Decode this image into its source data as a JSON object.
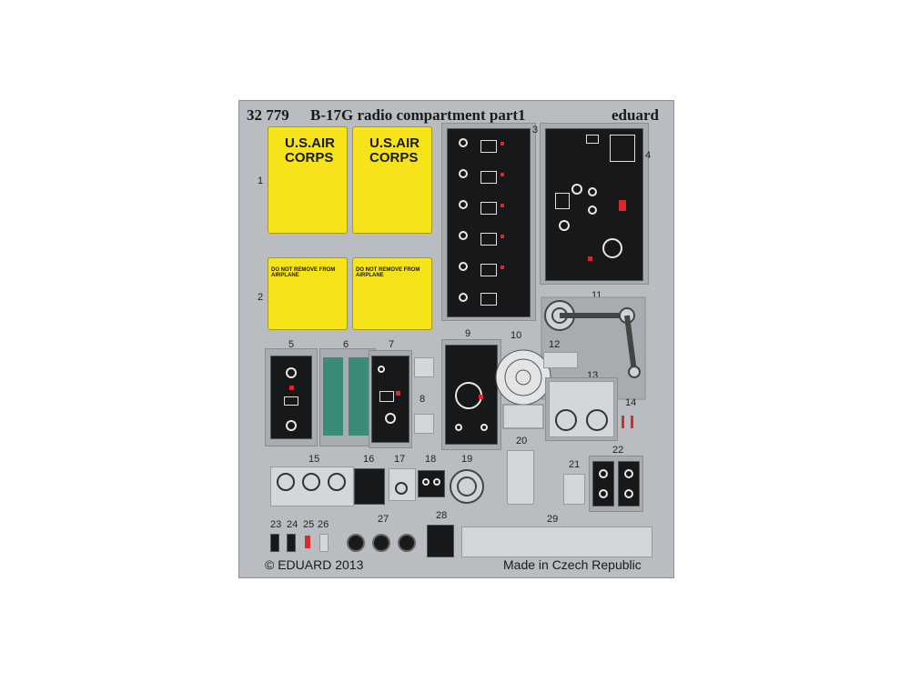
{
  "sheet": {
    "product_code": "32 779",
    "title": "B-17G radio compartment part1",
    "brand": "eduard",
    "copyright": "© EDUARD 2013",
    "origin": "Made in Czech Republic"
  },
  "placards": {
    "set1_text_line1": "U.S.AIR",
    "set1_text_line2": "CORPS",
    "set2_text": "DO NOT REMOVE FROM AIRPLANE"
  },
  "part_numbers": [
    "1",
    "2",
    "3",
    "4",
    "5",
    "6",
    "7",
    "8",
    "9",
    "10",
    "11",
    "12",
    "13",
    "14",
    "15",
    "16",
    "17",
    "18",
    "19",
    "20",
    "21",
    "22",
    "23",
    "24",
    "25",
    "26",
    "27",
    "28",
    "29"
  ],
  "colors": {
    "fret": "#b9bcc0",
    "placard_yellow": "#f7e319",
    "panel_black": "#16181a",
    "teal": "#3c8a7a",
    "red_marking": "#d82a2a"
  }
}
